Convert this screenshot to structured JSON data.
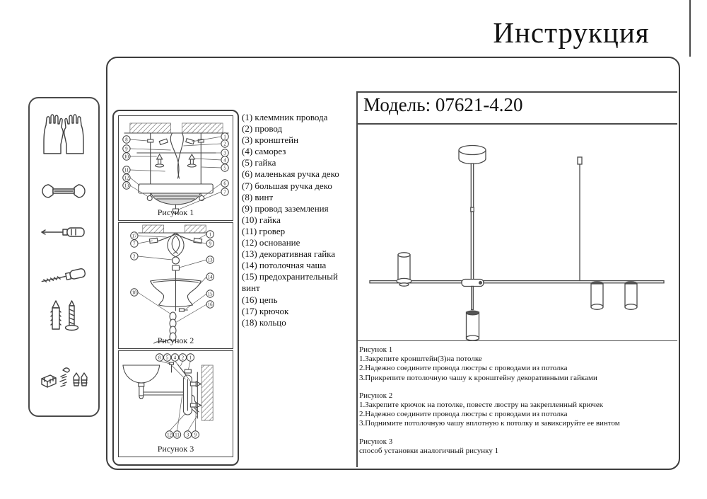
{
  "title": "Инструкция",
  "model_label": "Модель: 07621-4.20",
  "colors": {
    "line": "#4a4a4a",
    "text": "#1c1c1c",
    "border": "#3d3d3d",
    "dome_fill": "#d8d8d8"
  },
  "parts": [
    "(1) клеммник провода",
    "(2) провод",
    "(3) кронштейн",
    "(4) саморез",
    "(5) гайка",
    "(6) маленькая ручка деко",
    "(7) большая ручка деко",
    "(8) винт",
    "(9) провод заземления",
    "(10) гайка",
    "(11) гровер",
    "(12) основание",
    "(13) декоративная гайка",
    "(14) потолочная чаша",
    "(15) предохранительный винт",
    "(16) цепь",
    "(17) крючок",
    "(18) кольцо"
  ],
  "figures": [
    {
      "caption": "Рисунок 1",
      "left": [
        "8",
        "9",
        "10",
        "11",
        "12",
        "13"
      ],
      "right": [
        "1",
        "2",
        "3",
        "4",
        "5",
        "6",
        "7"
      ]
    },
    {
      "caption": "Рисунок 2",
      "left": [
        "17",
        "7",
        "2",
        "18"
      ],
      "right": [
        "1",
        "9",
        "13",
        "14",
        "15",
        "16"
      ]
    },
    {
      "caption": "Рисунок 3",
      "top": [
        "8",
        "5",
        "4",
        "2",
        "1"
      ],
      "bottom": [
        "12",
        "11",
        "3",
        "9"
      ]
    }
  ],
  "instructions": [
    {
      "heading": "Рисунок 1",
      "steps": [
        "1.Закрепите кронштейн(3)на потолке",
        "2.Надежно соедините провода люстры с проводами из потолка",
        "3.Прикрепите потолочную чашу к кронштейну декоративными гайками"
      ]
    },
    {
      "heading": "Рисунок 2",
      "steps": [
        "1.Закрепите крючок на потолке, повесте люстру на закрепленный крючек",
        "2.Надежно соедините провода люстры с проводами из потолка",
        "3.Поднимите потолочную чашу вплотную к потолку и завиксируйте ее винтом"
      ]
    },
    {
      "heading": "Рисунок 3",
      "steps": [
        "способ установки аналогичный рисунку 1"
      ]
    }
  ],
  "sidebar": {
    "tools": [
      "gloves-icon",
      "wrench-icon",
      "screwdriver-icon",
      "awl-icon",
      "anchor-screw-icon",
      "hardware-icon"
    ]
  }
}
